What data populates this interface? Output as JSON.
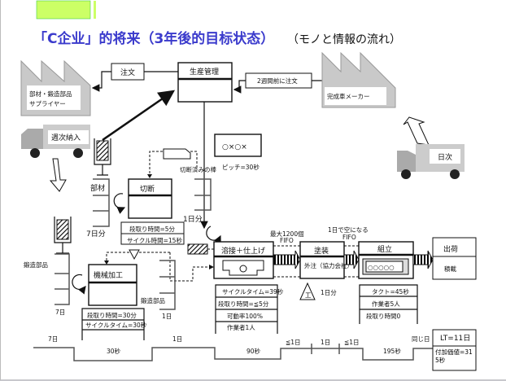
{
  "title": "「C企业」的将来（3年後的目标状态）",
  "subtitle": "（モノと情報の流れ）",
  "colors": {
    "title": "#3b3bcc",
    "highlight": "#ccff66",
    "factory": "#c9c9c9"
  },
  "supplier": {
    "line1": "部材・鍛造部品",
    "line2": "サプライヤー"
  },
  "customer": {
    "label": "完成車メーカー"
  },
  "production_control": {
    "label": "生産管理"
  },
  "order_supplier": "注文",
  "order_customer": "2週間前に注文",
  "truck_in": "週次納入",
  "truck_out": "日次",
  "leveling": {
    "label": "○×○×",
    "pitch": "ピッチ=30秒"
  },
  "inventory": {
    "buzai": "部材",
    "buzai_days": "7日分",
    "cut_stock": "切断済みの棒",
    "cut_days": "1日分",
    "forging_in": "鍛造部品",
    "forging_in_days": "7日",
    "forging_out": "鍛造部品",
    "forging_out_days": "1日",
    "paint_days": "1日分"
  },
  "processes": {
    "cutting": {
      "name": "切断",
      "data": [
        "段取り時間=5分",
        "サイクル時間=15秒"
      ]
    },
    "machining": {
      "name": "機械加工",
      "data": [
        "段取り時間=30分",
        "サイクルタイム=30秒"
      ]
    },
    "welding": {
      "name": "溶接＋仕上げ",
      "data": [
        "サイクルタイム=39秒",
        "段取り時間=≦5分",
        "可動率100%",
        "作業者1人"
      ]
    },
    "painting": {
      "name": "塗装",
      "note": "外注（協力会社）"
    },
    "assembly": {
      "name": "組立",
      "kanban": "○○○○○",
      "data": [
        "タクト=45秒",
        "作業者5人",
        "段取り時間0"
      ]
    },
    "shipping": {
      "name": "出荷",
      "note": "積載"
    }
  },
  "fifo": {
    "one_label": "最大1200個",
    "one": "FIFO",
    "two_label": "1日で空になる",
    "two": "FIFO"
  },
  "timeline": {
    "days": [
      "7日",
      "1日",
      "≦1日",
      "1日",
      "≦1日",
      "同じ日"
    ],
    "times": [
      "30秒",
      "90秒",
      "195秒"
    ],
    "lead_time": "LT=11日",
    "value_added": "付加価値=315秒"
  }
}
